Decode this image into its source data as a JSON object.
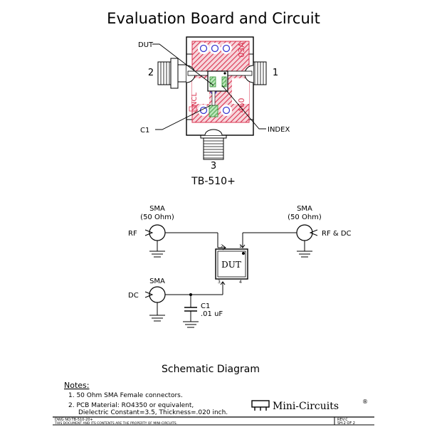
{
  "title": "Evaluation Board and Circuit",
  "board": {
    "labels": {
      "dut": "DUT",
      "c1": "C1",
      "index": "INDEX",
      "port1": "1",
      "port2": "2",
      "port3": "3",
      "code_top": "03A",
      "code_bottom": "460",
      "ncl": "NCL"
    },
    "model": "TB-510+"
  },
  "schematic": {
    "sma_left_top": "SMA",
    "ohm_left_top": "(50 Ohm)",
    "sma_right_top": "SMA",
    "ohm_right_top": "(50 Ohm)",
    "rf_left": "RF",
    "rf_dc_right": "RF & DC",
    "dc_left": "DC",
    "sma_dc": "SMA",
    "dut_label": "DUT",
    "pin2": "2",
    "pin1": "1",
    "pin3": "3",
    "pin4": "4",
    "c1_label": "C1",
    "c1_value": ".01 uF",
    "caption": "Schematic Diagram"
  },
  "notes": {
    "heading": "Notes:",
    "item1": "1.  50 Ohm SMA Female connectors.",
    "item2a": "2.  PCB Material: RO4350 or equivalent,",
    "item2b": "Dielectric Constant=3.5, Thickness=.020 inch."
  },
  "brand": {
    "name": "Mini-Circuits",
    "reg": "®"
  },
  "footer": {
    "dwg_no": "DWG NO:TB-510-20+",
    "property": "THIS DOCUMENT AND ITS CONTENTS ARE THE PROPERTY OF MINI-CIRCUITS.",
    "rev": "REV:C",
    "sheet": "SH:2 OF 2"
  },
  "colors": {
    "pcb_red": "#d9334f",
    "pad_green": "#3aa63a",
    "via_blue": "#3a3ad0"
  }
}
